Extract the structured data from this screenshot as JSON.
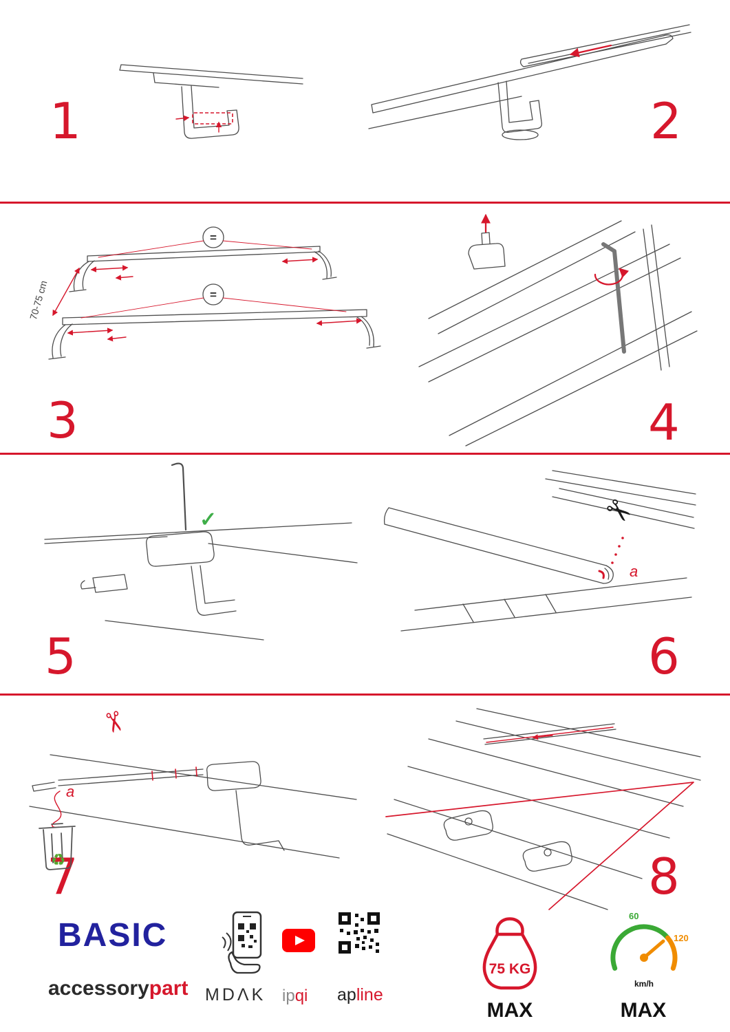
{
  "accent": {
    "red": "#d6172c",
    "blue": "#22229e",
    "green": "#3fae49",
    "orange": "#f08c00"
  },
  "steps": [
    {
      "number": "1"
    },
    {
      "number": "2"
    },
    {
      "number": "3"
    },
    {
      "number": "4"
    },
    {
      "number": "5"
    },
    {
      "number": "6"
    },
    {
      "number": "7"
    },
    {
      "number": "8"
    }
  ],
  "labels": {
    "equals": "=",
    "dimension": "70-75 cm",
    "a6": "a",
    "a7": "a"
  },
  "icons": {
    "scissors": "✂",
    "check": "✓",
    "recycle": "♻"
  },
  "footer": {
    "brand_primary": "BASIC",
    "brand_secondary_left": "accessory",
    "brand_secondary_right": "part",
    "logo_mdak": "MDΛK",
    "logo_ipqi_left": "ip",
    "logo_ipqi_right": "qi",
    "logo_apline_left": "ap",
    "logo_apline_right": "line",
    "weight_value": "75 KG",
    "weight_max": "MAX",
    "speed_low": "60",
    "speed_high": "120",
    "speed_unit": "km/h",
    "speed_max": "MAX"
  }
}
